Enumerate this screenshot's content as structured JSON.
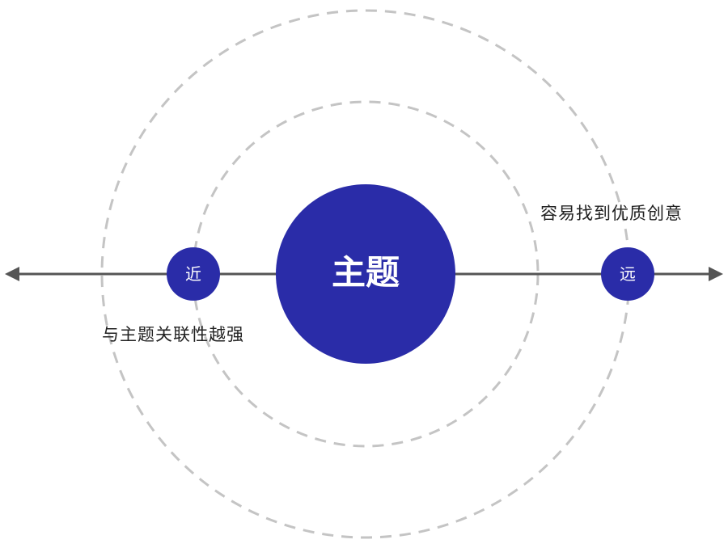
{
  "center": {
    "label": "主题"
  },
  "near": {
    "label": "近"
  },
  "far": {
    "label": "远"
  },
  "captions": {
    "near": "与主题关联性越强",
    "far": "容易找到优质创意"
  },
  "colors": {
    "node_fill": "#2a2ca8",
    "axis": "#555555",
    "ring": "#c4c4c4",
    "node_text": "#ffffff",
    "caption_text": "#222222"
  }
}
